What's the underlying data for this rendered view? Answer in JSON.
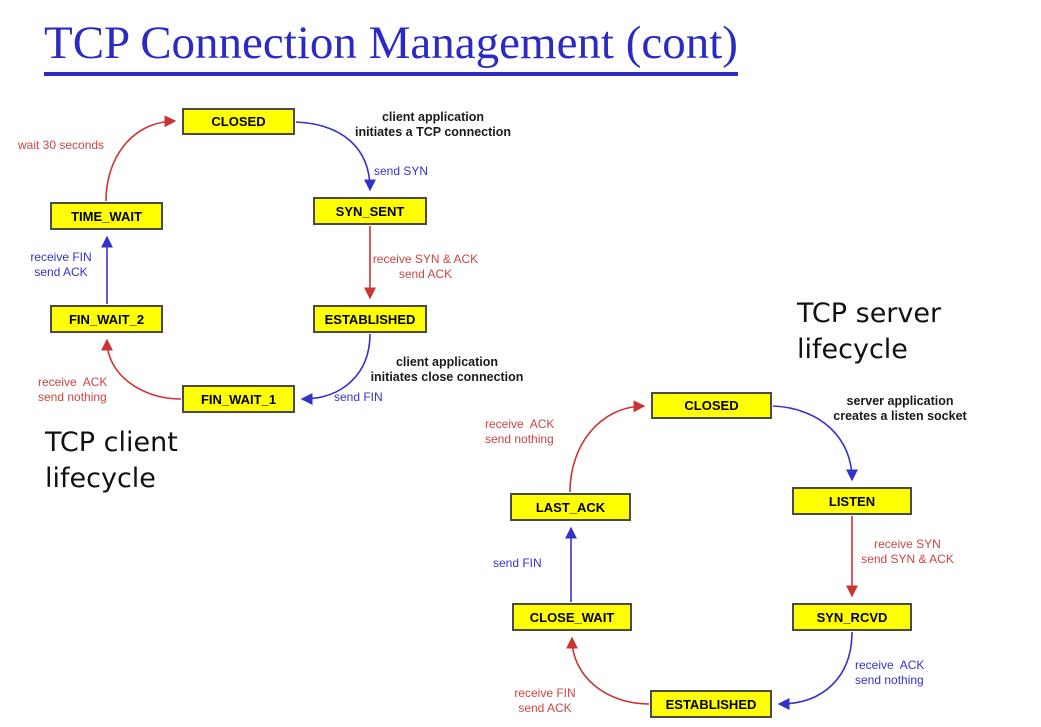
{
  "title": "TCP Connection Management (cont)",
  "colors": {
    "title_blue": "#2b2bc4",
    "box_fill": "#ffff00",
    "box_border": "#4a4a4a",
    "arrow_red": "#cc3333",
    "arrow_blue": "#3333cc",
    "text_red": "#cc4444",
    "text_blue": "#3333cc"
  },
  "client": {
    "caption": {
      "line1": "TCP client",
      "line2": "lifecycle"
    },
    "states": {
      "closed": "CLOSED",
      "syn_sent": "SYN_SENT",
      "established": "ESTABLISHED",
      "fin_wait_1": "FIN_WAIT_1",
      "fin_wait_2": "FIN_WAIT_2",
      "time_wait": "TIME_WAIT"
    },
    "annotations": {
      "wait_30": "wait 30 seconds",
      "open_line1": "client application",
      "open_line2": "initiates a TCP connection",
      "send_syn": "send SYN",
      "recv_synack_line1": "receive SYN & ACK",
      "recv_synack_line2": "send ACK",
      "close_line1": "client application",
      "close_line2": "initiates close connection",
      "send_fin": "send FIN",
      "recv_ack_line1": "receive  ACK",
      "recv_ack_line2": "send nothing",
      "recv_fin_line1": "receive FIN",
      "recv_fin_line2": "send ACK"
    }
  },
  "server": {
    "caption": {
      "line1": "TCP server",
      "line2": "lifecycle"
    },
    "states": {
      "closed": "CLOSED",
      "listen": "LISTEN",
      "syn_rcvd": "SYN_RCVD",
      "established": "ESTABLISHED",
      "close_wait": "CLOSE_WAIT",
      "last_ack": "LAST_ACK"
    },
    "annotations": {
      "listen_line1": "server application",
      "listen_line2": "creates a listen socket",
      "recv_syn_line1": "receive SYN",
      "recv_syn_line2": "send SYN & ACK",
      "recv_ack_blue_line1": "receive  ACK",
      "recv_ack_blue_line2": "send nothing",
      "recv_ack_red_line1": "receive  ACK",
      "recv_ack_red_line2": "send nothing",
      "recv_fin_line1": "receive FIN",
      "recv_fin_line2": "send ACK",
      "send_fin": "send FIN"
    }
  }
}
